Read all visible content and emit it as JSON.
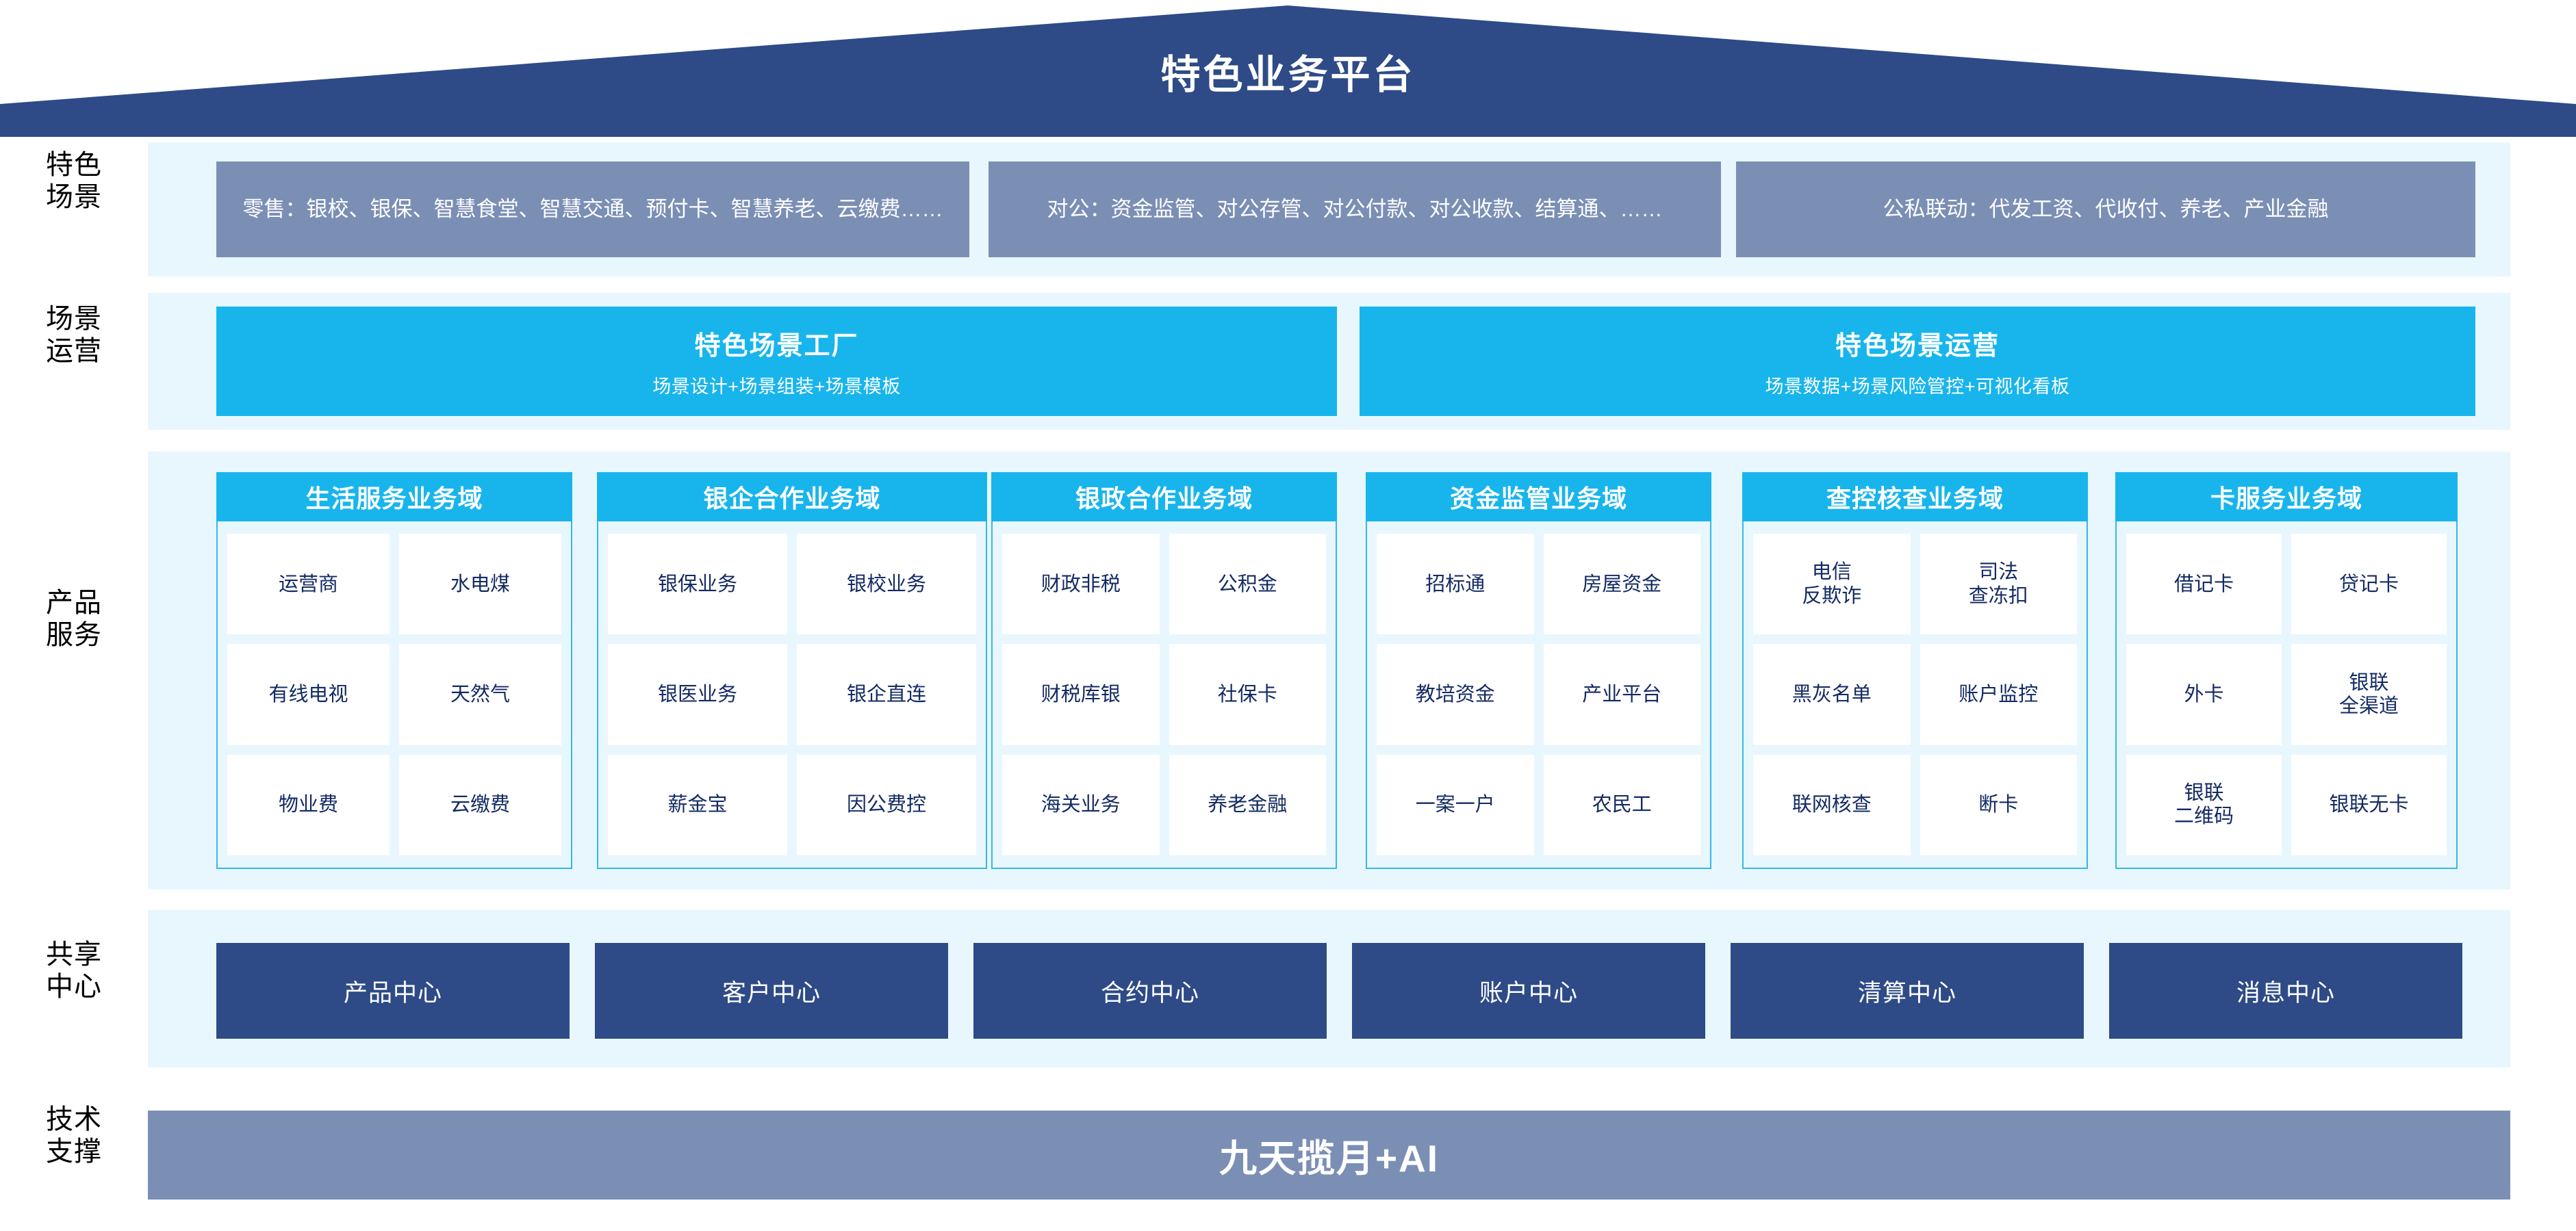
{
  "platform": {
    "title": "特色业务平台"
  },
  "rails": [
    {
      "key": "scenarios",
      "lines": [
        "特色",
        "场景"
      ]
    },
    {
      "key": "operations",
      "lines": [
        "场景",
        "运营"
      ]
    },
    {
      "key": "products",
      "lines": [
        "产品",
        "服务"
      ]
    },
    {
      "key": "shared",
      "lines": [
        "共享",
        "中心"
      ]
    },
    {
      "key": "tech",
      "lines": [
        "技术",
        "支撑"
      ]
    }
  ],
  "scenarios": [
    {
      "name": "retail",
      "text": "零售：银校、银保、智慧食堂、智慧交通、预付卡、智慧养老、云缴费……"
    },
    {
      "name": "corporate",
      "text": "对公：资金监管、对公存管、对公付款、对公收款、结算通、……"
    },
    {
      "name": "linkage",
      "text": "公私联动：代发工资、代收付、养老、产业金融"
    }
  ],
  "operations": [
    {
      "name": "scene-factory",
      "title": "特色场景工厂",
      "subtitle": "场景设计+场景组装+场景模板"
    },
    {
      "name": "scene-operation",
      "title": "特色场景运营",
      "subtitle": "场景数据+场景风险管控+可视化看板"
    }
  ],
  "domains": [
    {
      "name": "life-service",
      "title": "生活服务业务域",
      "items": [
        "运营商",
        "水电煤",
        "有线电视",
        "天然气",
        "物业费",
        "云缴费"
      ]
    },
    {
      "name": "bank-enterprise",
      "title": "银企合作业务域",
      "items": [
        "银保业务",
        "银校业务",
        "银医业务",
        "银企直连",
        "薪金宝",
        "因公费控"
      ]
    },
    {
      "name": "bank-government",
      "title": "银政合作业务域",
      "items": [
        "财政非税",
        "公积金",
        "财税库银",
        "社保卡",
        "海关业务",
        "养老金融"
      ]
    },
    {
      "name": "fund-supervision",
      "title": "资金监管业务域",
      "items": [
        "招标通",
        "房屋资金",
        "教培资金",
        "产业平台",
        "一案一户",
        "农民工"
      ]
    },
    {
      "name": "investigation-control",
      "title": "查控核查业务域",
      "items": [
        "电信\n反欺诈",
        "司法\n查冻扣",
        "黑灰名单",
        "账户监控",
        "联网核查",
        "断卡"
      ]
    },
    {
      "name": "card-service",
      "title": "卡服务业务域",
      "items": [
        "借记卡",
        "贷记卡",
        "外卡",
        "银联\n全渠道",
        "银联\n二维码",
        "银联无卡"
      ]
    }
  ],
  "shared_centers": [
    {
      "name": "product-center",
      "label": "产品中心"
    },
    {
      "name": "customer-center",
      "label": "客户中心"
    },
    {
      "name": "contract-center",
      "label": "合约中心"
    },
    {
      "name": "account-center",
      "label": "账户中心"
    },
    {
      "name": "clearing-center",
      "label": "清算中心"
    },
    {
      "name": "message-center",
      "label": "消息中心"
    }
  ],
  "tech_support": {
    "label": "九天揽月+AI"
  },
  "colors": {
    "roof_navy": "#2e4b87",
    "cyan": "#18b5ec",
    "panel_light": "#e8f7fd",
    "slate_blue": "#7b8fb5",
    "hub_navy": "#2e4b87",
    "cell_text": "#142a63"
  }
}
